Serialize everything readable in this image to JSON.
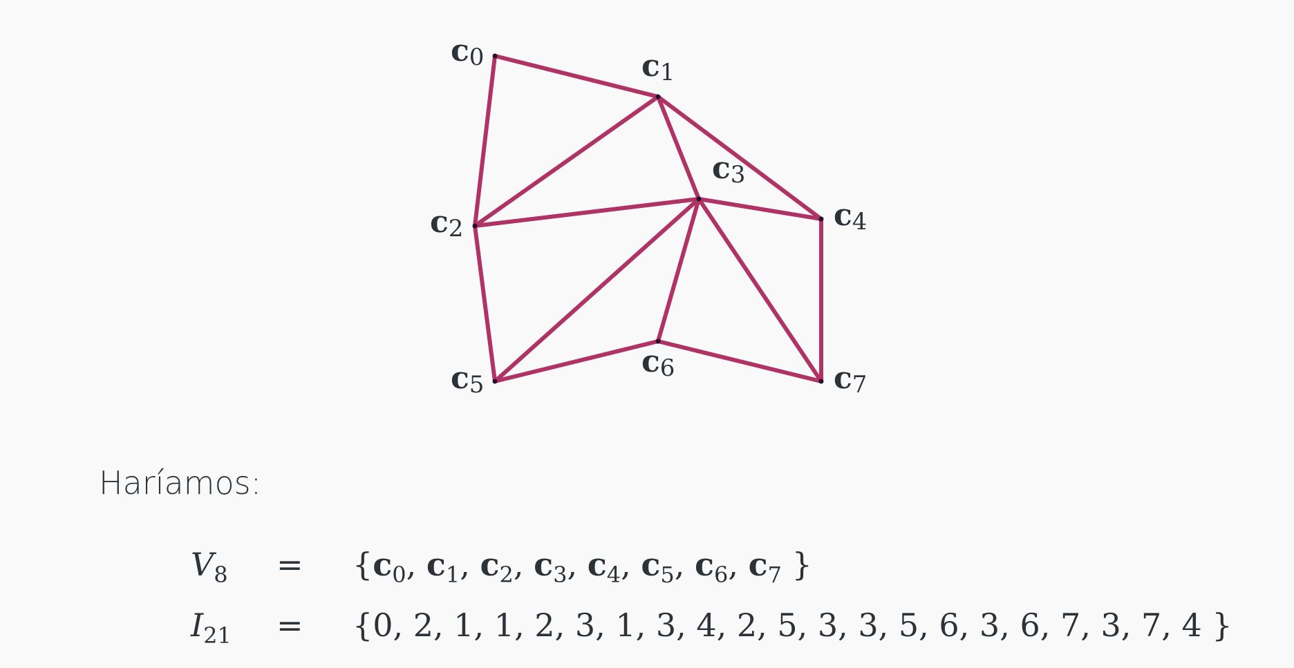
{
  "diagram": {
    "vertex_symbol": "c",
    "vertices": [
      {
        "id": 0,
        "label": "0"
      },
      {
        "id": 1,
        "label": "1"
      },
      {
        "id": 2,
        "label": "2"
      },
      {
        "id": 3,
        "label": "3"
      },
      {
        "id": 4,
        "label": "4"
      },
      {
        "id": 5,
        "label": "5"
      },
      {
        "id": 6,
        "label": "6"
      },
      {
        "id": 7,
        "label": "7"
      }
    ],
    "edges": [
      [
        0,
        1
      ],
      [
        0,
        2
      ],
      [
        1,
        2
      ],
      [
        1,
        3
      ],
      [
        1,
        4
      ],
      [
        2,
        3
      ],
      [
        2,
        5
      ],
      [
        3,
        4
      ],
      [
        3,
        5
      ],
      [
        3,
        6
      ],
      [
        3,
        7
      ],
      [
        4,
        7
      ],
      [
        5,
        6
      ],
      [
        6,
        7
      ]
    ],
    "edge_color": "#b03366",
    "vertex_color": "#2a1030",
    "label_color": "#2b3238"
  },
  "text": {
    "intro": "Haríamos:",
    "equals": "=",
    "v_symbol": "V",
    "v_subscript": "8",
    "i_symbol": "I",
    "i_subscript": "21",
    "v_set_indices": [
      "0",
      "1",
      "2",
      "3",
      "4",
      "5",
      "6",
      "7"
    ],
    "i_set_values": "{0, 2, 1,  1, 2, 3,  1, 3, 4,  2, 5, 3,  3, 5, 6,  3, 6, 7,  3, 7, 4 }"
  }
}
